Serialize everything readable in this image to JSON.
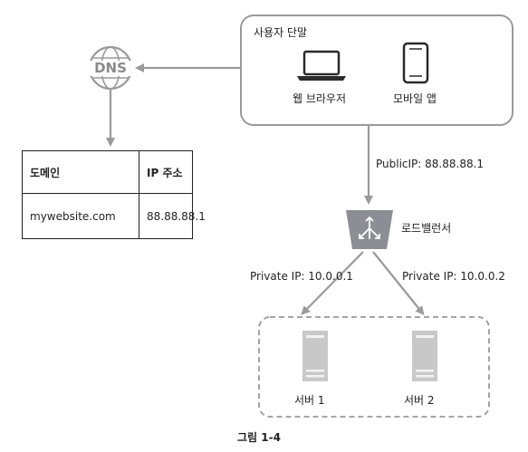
{
  "client": {
    "title": "사용자 단말",
    "web_browser_label": "웹 브라우저",
    "mobile_app_label": "모바일 앱"
  },
  "dns": {
    "icon_label": "DNS"
  },
  "dns_table": {
    "headers": [
      "도메인",
      "IP 주소"
    ],
    "rows": [
      [
        "mywebsite.com",
        "88.88.88.1"
      ]
    ]
  },
  "load_balancer": {
    "label": "로드밸런서",
    "public_ip_label": "PublicIP: 88.88.88.1"
  },
  "links": {
    "private_ip_1": "Private IP: 10.0.0.1",
    "private_ip_2": "Private IP: 10.0.0.2"
  },
  "servers": [
    {
      "label": "서버 1"
    },
    {
      "label": "서버 2"
    }
  ],
  "caption": "그림 1-4",
  "colors": {
    "line": "#9a9a9a",
    "device": "#2b2b2b",
    "load_balancer": "#8d8d95",
    "server": "#c8c8c8",
    "server_dark": "#9e9e9e"
  }
}
